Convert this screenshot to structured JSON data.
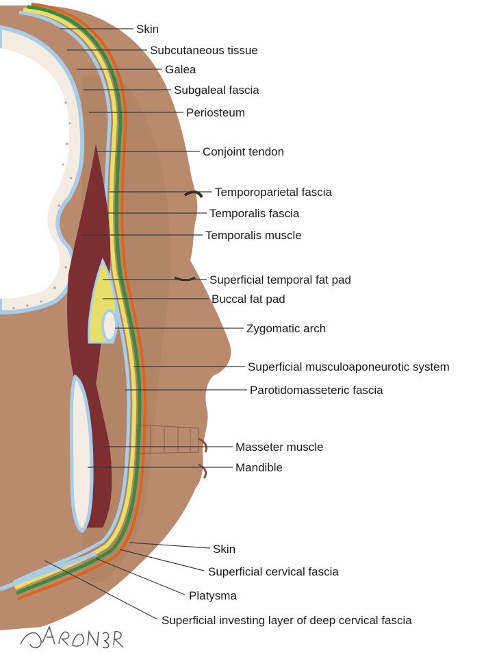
{
  "colors": {
    "skin": "#b98a6e",
    "skin_shade": "#9e6f55",
    "bone_fill": "#f3ece3",
    "bone_outline": "#a9cde6",
    "fascia_blue": "#a9cde6",
    "muscle_red": "#7c2f32",
    "fat_yellow": "#e6e06a",
    "smas_green": "#3c8a3a",
    "fascia_orange": "#d8661f",
    "line": "#3a3a3a"
  },
  "labels": [
    "Skin",
    "Subcutaneous tissue",
    "Galea",
    "Subgaleal fascia",
    "Periosteum",
    "Conjoint tendon",
    "Temporoparietal fascia",
    "Temporalis fascia",
    "Temporalis muscle",
    "Superficial temporal fat pad",
    "Buccal fat pad",
    "Zygomatic arch",
    "Superficial musculoaponeurotic system",
    "Parotidomasseteric fascia",
    "Masseter muscle",
    "Mandible",
    "Skin",
    "Superficial cervical fascia",
    "Platysma",
    "Superficial investing layer of deep cervical fascia"
  ],
  "signature": "GARDNER"
}
